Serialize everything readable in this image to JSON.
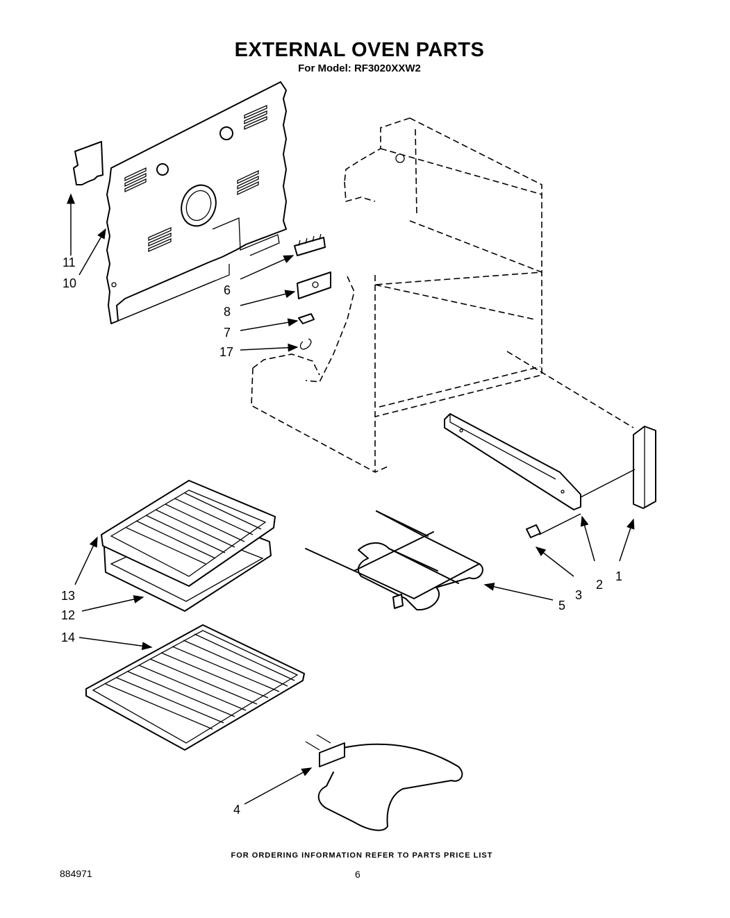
{
  "header": {
    "title": "EXTERNAL OVEN PARTS",
    "subtitle": "For Model: RF3020XXW2"
  },
  "footer": {
    "ordering_note": "FOR ORDERING INFORMATION REFER TO PARTS PRICE LIST",
    "document_number": "884971",
    "page_number": "6"
  },
  "callouts": {
    "c1": "1",
    "c2": "2",
    "c3": "3",
    "c4": "4",
    "c5": "5",
    "c6": "6",
    "c7": "7",
    "c8": "8",
    "c10": "10",
    "c11": "11",
    "c12": "12",
    "c13": "13",
    "c14": "14",
    "c17": "17"
  }
}
